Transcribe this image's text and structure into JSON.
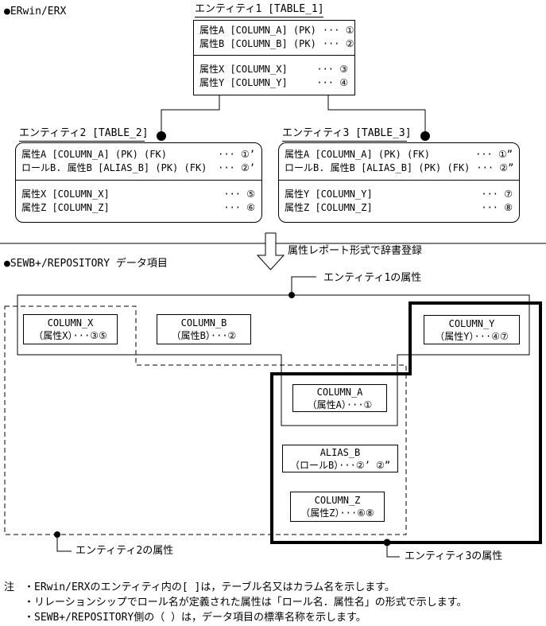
{
  "header": {
    "erwin_label": "●ERwin/ERX",
    "sewb_label": "●SEWB+/REPOSITORY データ項目",
    "arrow_label": "属性レポート形式で辞書登録"
  },
  "entities": {
    "e1": {
      "title": "エンティティ1 [TABLE_1]",
      "rows1": [
        {
          "label": "属性A [COLUMN_A] (PK)",
          "ref": "··· ①"
        },
        {
          "label": "属性B [COLUMN_B] (PK)",
          "ref": "··· ②"
        }
      ],
      "rows2": [
        {
          "label": "属性X [COLUMN_X]",
          "ref": "··· ③"
        },
        {
          "label": "属性Y [COLUMN_Y]",
          "ref": "··· ④"
        }
      ]
    },
    "e2": {
      "title": "エンティティ2 [TABLE_2]",
      "rows1": [
        {
          "label": "属性A [COLUMN_A] (PK) (FK)",
          "ref": "··· ①’"
        },
        {
          "label": "ロールB. 属性B [ALIAS_B] (PK) (FK)",
          "ref": "··· ②’"
        }
      ],
      "rows2": [
        {
          "label": "属性X [COLUMN_X]",
          "ref": "··· ⑤"
        },
        {
          "label": "属性Z [COLUMN_Z]",
          "ref": "··· ⑥"
        }
      ]
    },
    "e3": {
      "title": "エンティティ3 [TABLE_3]",
      "rows1": [
        {
          "label": "属性A [COLUMN_A] (PK) (FK)",
          "ref": "··· ①”"
        },
        {
          "label": "ロールB. 属性B [ALIAS_B] (PK) (FK)",
          "ref": "··· ②”"
        }
      ],
      "rows2": [
        {
          "label": "属性Y [COLUMN_Y]",
          "ref": "··· ⑦"
        },
        {
          "label": "属性Z [COLUMN_Z]",
          "ref": "··· ⑧"
        }
      ]
    }
  },
  "items": {
    "column_x": {
      "name": "COLUMN_X",
      "sub": "（属性X）···③⑤"
    },
    "column_b": {
      "name": "COLUMN_B",
      "sub": "（属性B）···②"
    },
    "column_y": {
      "name": "COLUMN_Y",
      "sub": "（属性Y）···④⑦"
    },
    "column_a": {
      "name": "COLUMN_A",
      "sub": "（属性A）···①"
    },
    "alias_b": {
      "name": "ALIAS_B",
      "sub": "（ロールB）···②’ ②”"
    },
    "column_z": {
      "name": "COLUMN_Z",
      "sub": "（属性Z）···⑥⑧"
    }
  },
  "callouts": {
    "e1": "エンティティ1の属性",
    "e2": "エンティティ2の属性",
    "e3": "エンティティ3の属性"
  },
  "notes": {
    "prefix": "注",
    "lines": [
      "・ERwin/ERXのエンティティ内の[ ]は，テーブル名又はカラム名を示します。",
      "・リレーションシップでロール名が定義された属性は「ロール名．属性名」の形式で示します。",
      "・SEWB+/REPOSITORY側の（ ）は，データ項目の標準名称を示します。"
    ]
  }
}
